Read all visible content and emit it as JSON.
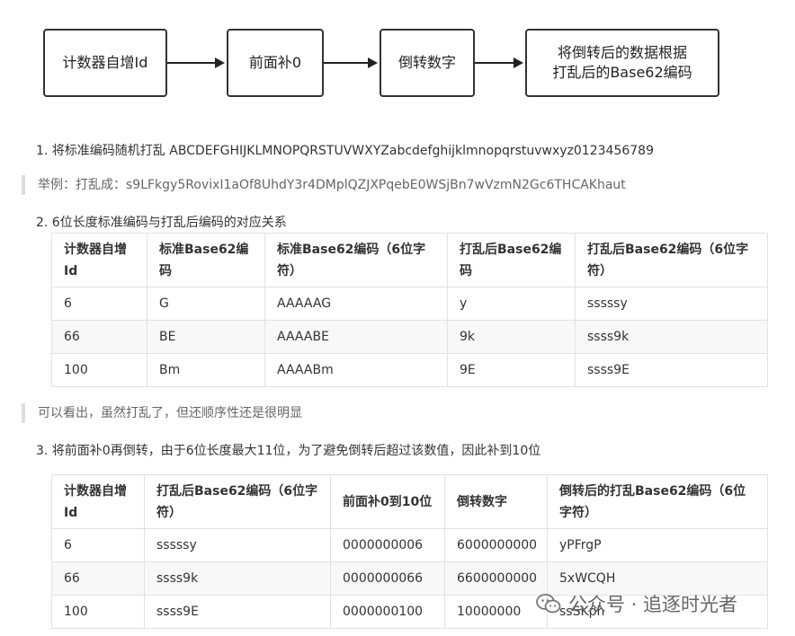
{
  "flow": {
    "boxes": [
      "计数器自增Id",
      "前面补0",
      "倒转数字",
      "将倒转后的数据根据\n打乱后的Base62编码"
    ]
  },
  "step1": "1. 将标准编码随机打乱 ABCDEFGHIJKLMNOPQRSTUVWXYZabcdefghijklmnopqrstuvwxyz0123456789",
  "example": "举例：打乱成：s9LFkgy5RovixI1aOf8UhdY3r4DMplQZJXPqebE0WSjBn7wVzmN2Gc6THCAKhaut",
  "step2": "2. 6位长度标准编码与打乱后编码的对应关系",
  "table1": {
    "headers": [
      "计数器自增Id",
      "标准Base62编码",
      "标准Base62编码（6位字符）",
      "打乱后Base62编码",
      "打乱后Base62编码（6位字符）"
    ],
    "rows": [
      [
        "6",
        "G",
        "AAAAAG",
        "y",
        "sssssy"
      ],
      [
        "66",
        "BE",
        "AAAABE",
        "9k",
        "ssss9k"
      ],
      [
        "100",
        "Bm",
        "AAAABm",
        "9E",
        "ssss9E"
      ]
    ]
  },
  "note": "可以看出，虽然打乱了，但还顺序性还是很明显",
  "step3": "3. 将前面补0再倒转，由于6位长度最大11位，为了避免倒转后超过该数值，因此补到10位",
  "table2": {
    "headers": [
      "计数器自增Id",
      "打乱后Base62编码（6位字符）",
      "前面补0到10位",
      "倒转数字",
      "倒转后的打乱Base62编码（6位字符）"
    ],
    "rows": [
      [
        "6",
        "sssssy",
        "0000000006",
        "6000000000",
        "yPFrgP"
      ],
      [
        "66",
        "ssss9k",
        "0000000066",
        "6600000000",
        "5xWCQH"
      ],
      [
        "100",
        "ssss9E",
        "0000000100",
        "10000000",
        "ssSKph"
      ]
    ]
  },
  "watermark": "公众号 · 追逐时光者",
  "icons": {
    "watermark": "wechat-icon"
  }
}
